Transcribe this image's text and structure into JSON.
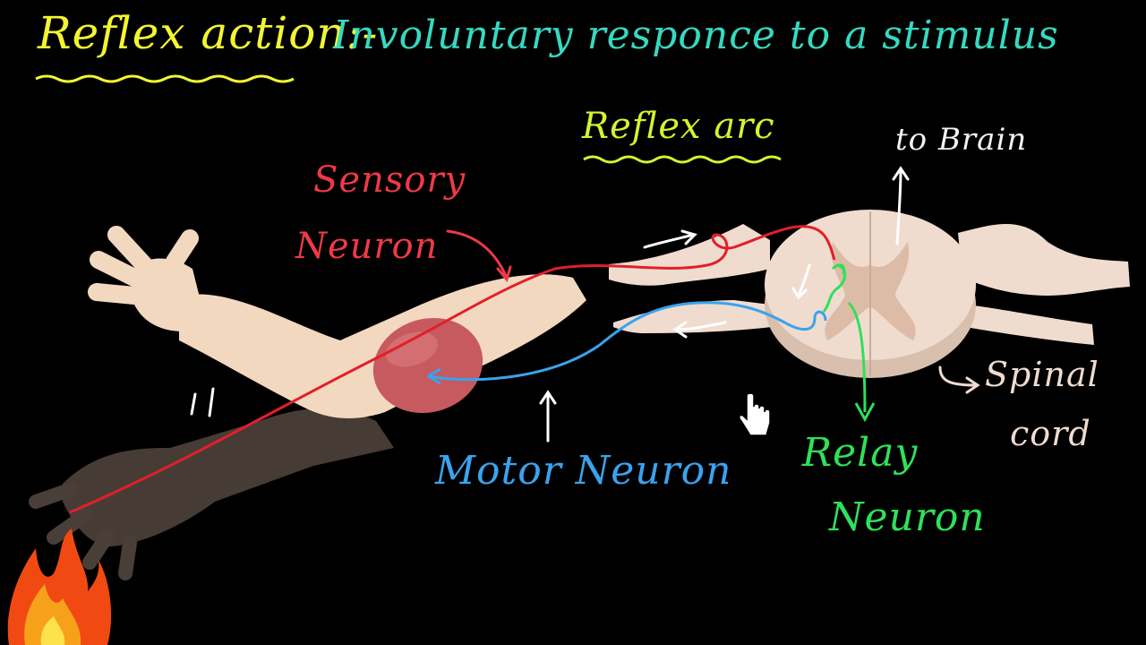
{
  "title": {
    "term": "Reflex action:-",
    "definition": "Involuntary responce to a stimulus"
  },
  "diagram": {
    "heading": "Reflex arc",
    "labels": {
      "sensory_line1": "Sensory",
      "sensory_line2": "Neuron",
      "motor": "Motor Neuron",
      "relay_line1": "Relay",
      "relay_line2": "Neuron",
      "spinal_line1": "Spinal",
      "spinal_line2": "cord",
      "to_brain": "to Brain"
    }
  },
  "icons": [
    "fire-icon",
    "hand-cursor-icon"
  ],
  "colors": {
    "background": "#000000",
    "term": "#f2f531",
    "definition": "#36d9c0",
    "arc_heading": "#d7f230",
    "sensory": "#ee3a46",
    "motor": "#3aa3ee",
    "relay": "#30e05a",
    "spinal_label": "#f0dccf",
    "skin": "#f3d8c0",
    "muscle": "#c65a5e",
    "cord": "#f0dccf"
  }
}
